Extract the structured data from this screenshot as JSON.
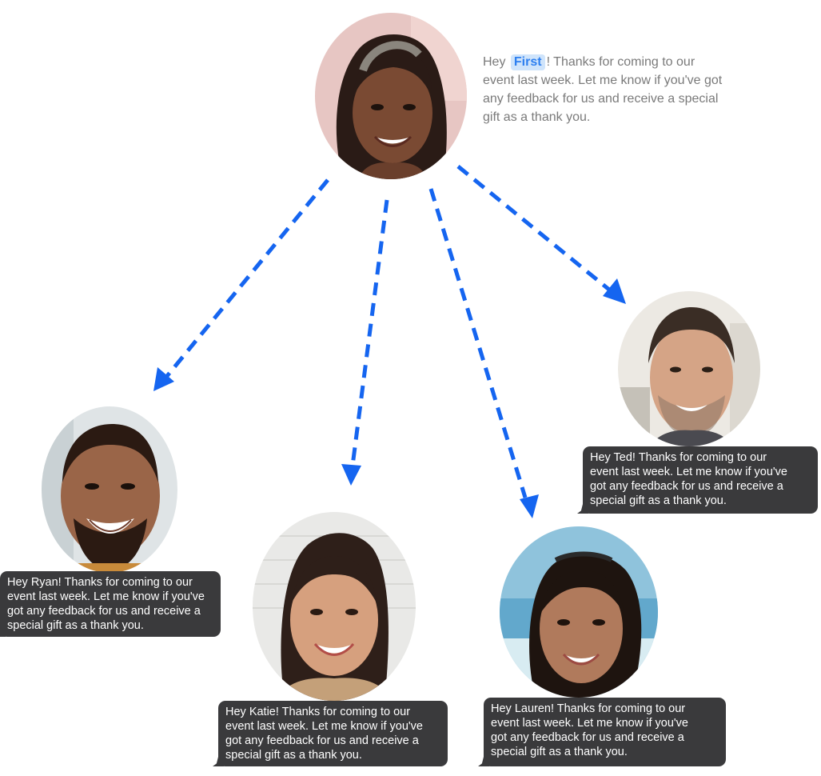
{
  "template_message": {
    "greeting": "Hey",
    "merge_field": "First",
    "rest": "! Thanks for coming to our event last week.  Let me know if you've got any feedback for us and receive a special gift as a thank you."
  },
  "recipients": [
    {
      "name": "Ryan",
      "message": "Hey Ryan! Thanks for coming to our\nevent last week.  Let me know if you've\ngot any feedback for us and receive a\nspecial gift as a thank you."
    },
    {
      "name": "Katie",
      "message": "Hey Katie! Thanks for coming to our\nevent last week.  Let me know if you've\ngot any feedback for us and receive a\nspecial gift as a thank you."
    },
    {
      "name": "Lauren",
      "message": "Hey Lauren! Thanks for coming to our\nevent last week.  Let me know if you've\ngot any feedback for us and receive a\nspecial gift as a thank you."
    },
    {
      "name": "Ted",
      "message": "Hey Ted! Thanks for coming to our\nevent last week.  Let me know if you've\ngot any feedback for us and receive a\nspecial gift as a thank you."
    }
  ],
  "colors": {
    "arrow": "#1565f0",
    "bubble": "#3a3a3c",
    "merge_tag_bg": "#cfe4fb",
    "merge_tag_text": "#2d7ff0"
  }
}
